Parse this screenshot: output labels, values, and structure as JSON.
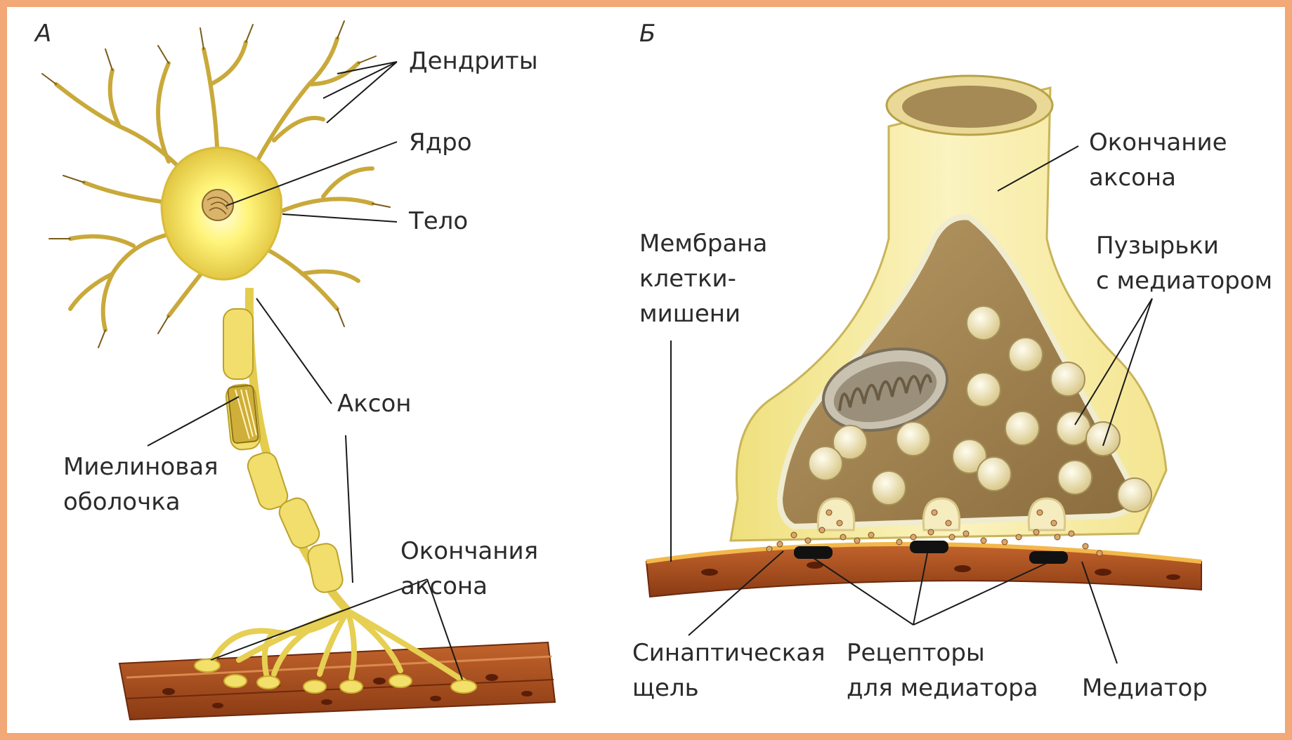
{
  "panel_a": {
    "letter": "А",
    "labels": {
      "dendrites": "Дендриты",
      "nucleus": "Ядро",
      "body": "Тело",
      "axon": "Аксон",
      "myelin": "Миелиновая\nоболочка",
      "endings": "Окончания\nаксона"
    }
  },
  "panel_b": {
    "letter": "Б",
    "labels": {
      "axon_ending": "Окончание\nаксона",
      "membrane": "Мембрана\nклетки-\nмишени",
      "vesicles": "Пузырьки\nс медиатором",
      "cleft": "Синаптическая\nщель",
      "receptors": "Рецепторы\nдля медиатора",
      "mediator": "Медиатор"
    }
  },
  "colors": {
    "frame": "#f2a877",
    "neuron": "#e9d35a",
    "neuron_glow": "#fff7a0",
    "muscle": "#a14a1e",
    "terminal_outer": "#f3e58a",
    "terminal_inner": "#a8895a",
    "vesicle": "#f2e6b0",
    "receptor": "#111111"
  }
}
